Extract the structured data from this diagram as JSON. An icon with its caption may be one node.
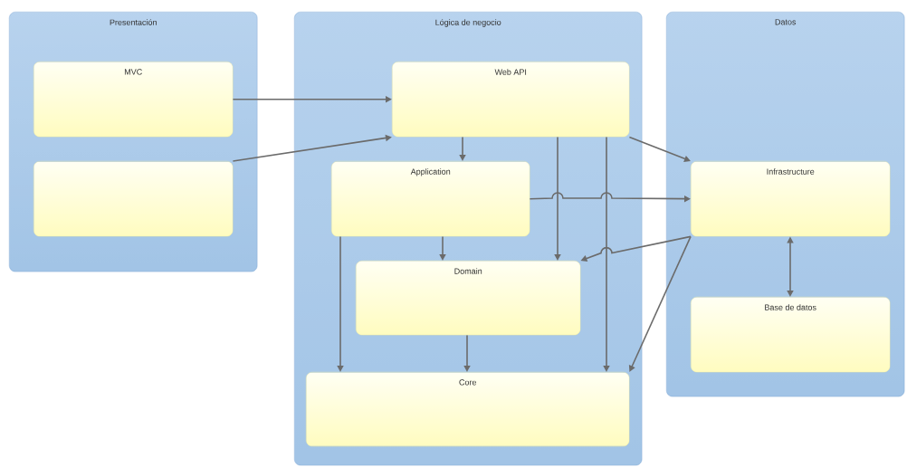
{
  "diagram": {
    "nodes": [
      {
        "text": [
          "Presentación"
        ]
      },
      {
        "text": [
          "MVC"
        ],
        "in": 0
      },
      {
        "text": [],
        "shape": "box",
        "in": 0
      },
      {
        "text": [
          "Lógica de negocio"
        ]
      },
      {
        "text": [
          "Web API"
        ],
        "in": 3
      },
      {
        "text": [
          "Application"
        ],
        "in": 3
      },
      {
        "text": [
          "Domain"
        ],
        "in": 3
      },
      {
        "text": [
          "Core"
        ],
        "in": 3
      },
      {
        "text": [
          "Datos"
        ]
      },
      {
        "text": [
          "Infrastructure"
        ],
        "in": 8
      },
      {
        "text": [
          "Base de datos"
        ],
        "in": 8
      }
    ],
    "edges": [
      {
        "from": 1,
        "to": 4,
        "arrow": "to"
      },
      {
        "from": 2,
        "to": 4,
        "arrow": "to"
      },
      {
        "from": 4,
        "to": 5,
        "arrow": "to"
      },
      {
        "from": 4,
        "to": 6,
        "arrow": "to"
      },
      {
        "from": 4,
        "to": 7,
        "arrow": "to"
      },
      {
        "from": 4,
        "to": 9,
        "arrow": "to"
      },
      {
        "from": 5,
        "to": 9,
        "arrow": "to"
      },
      {
        "from": 5,
        "to": 6,
        "arrow": "to"
      },
      {
        "from": 5,
        "to": 7,
        "arrow": "to"
      },
      {
        "from": 6,
        "to": 7,
        "arrow": "to"
      },
      {
        "from": 9,
        "to": 6,
        "arrow": "to"
      },
      {
        "from": 9,
        "to": 7,
        "arrow": "to"
      },
      {
        "from": 9,
        "to": 10,
        "arrow": "both"
      }
    ]
  }
}
